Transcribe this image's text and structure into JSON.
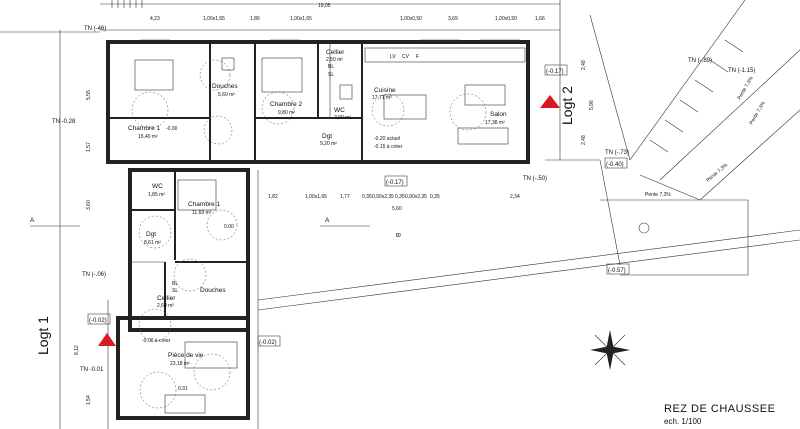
{
  "sheet": {
    "title": "REZ DE CHAUSSEE",
    "scale": "ech. 1/100"
  },
  "units": {
    "logt1": "Logt 1",
    "logt2": "Logt 2"
  },
  "rooms": {
    "chambre1_top": {
      "name": "Chambre 1",
      "area": "15,40 m²"
    },
    "douches_top": {
      "name": "Douches",
      "area": "5,60 m²"
    },
    "chambre2": {
      "name": "Chambre 2",
      "area": "9,80 m²"
    },
    "cellier_top": {
      "name": "Cellier",
      "area": "2,50 m²"
    },
    "wc_top": {
      "name": "WC",
      "area": "2,90 m²"
    },
    "dgt_top": {
      "name": "Dgt",
      "area": "9,20 m²"
    },
    "cuisine": {
      "name": "Cuisine",
      "area": "17,71 m²"
    },
    "salon": {
      "name": "Salon",
      "area": "17,38 m²"
    },
    "wc_bottom": {
      "name": "WC",
      "area": "1,85 m²"
    },
    "chambre1_bottom": {
      "name": "Chambre 1",
      "area": "11,69 m²"
    },
    "dgt_bottom": {
      "name": "Dgt",
      "area": "8,61 m²"
    },
    "douches_bottom": {
      "name": "Douches",
      "area": ""
    },
    "cellier_bottom": {
      "name": "Cellier",
      "area": "2,60 m²"
    },
    "piece_de_vie": {
      "name": "Pièce de vie",
      "area": "23,18 m²"
    }
  },
  "levels": {
    "top_chambre1": "-0.00",
    "top_cuisine_1": "-0.20 actuel",
    "top_cuisine_2": "-0.15 à créer",
    "bottom_piece": "-0.00 à créer",
    "bottom_piece_val": "0.31",
    "dgt_level": "0.00"
  },
  "tn_markers": [
    "TN (-46)",
    "TN -0.28",
    "TN (-.06)",
    "TN -0.01",
    "TN (-.73)",
    "TN (-.50)",
    "TN (-.89)",
    "TN (-1.15)"
  ],
  "tn_boxes": [
    "(-0.17)",
    "(-0.17)",
    "(-0.40)",
    "(-0.57)",
    "(-0.02)",
    "(-0.02)"
  ],
  "dims_top": [
    "4,23",
    "1,00x1,65",
    "1,86",
    "1,00x1,65",
    "1,00x0,50",
    "3,69",
    "1,00x0,50",
    "1,66"
  ],
  "dims_top_total": "19,05",
  "dims_mid": [
    "1,82",
    "1,00x1,65",
    "1,77",
    "0,35",
    "0,90x2,35",
    "0,35",
    "0,90x2,35",
    "0,35",
    "2,34"
  ],
  "dims_mid_total": "5,60",
  "dims_left": [
    "5,55",
    "1,57",
    "3,60",
    "8,12",
    "1,54"
  ],
  "dims_right": [
    "2,48",
    "5,96",
    "2,48"
  ],
  "section_marks": [
    "A",
    "A",
    "B"
  ],
  "pente": [
    "Pente 7,3%",
    "Pente 7,3%",
    "Pente 7,3%",
    "Pente 7,3%"
  ],
  "appliances": [
    "LV",
    "CV",
    "F"
  ],
  "small_labels": [
    "BL",
    "SL",
    "BL",
    "SL"
  ]
}
